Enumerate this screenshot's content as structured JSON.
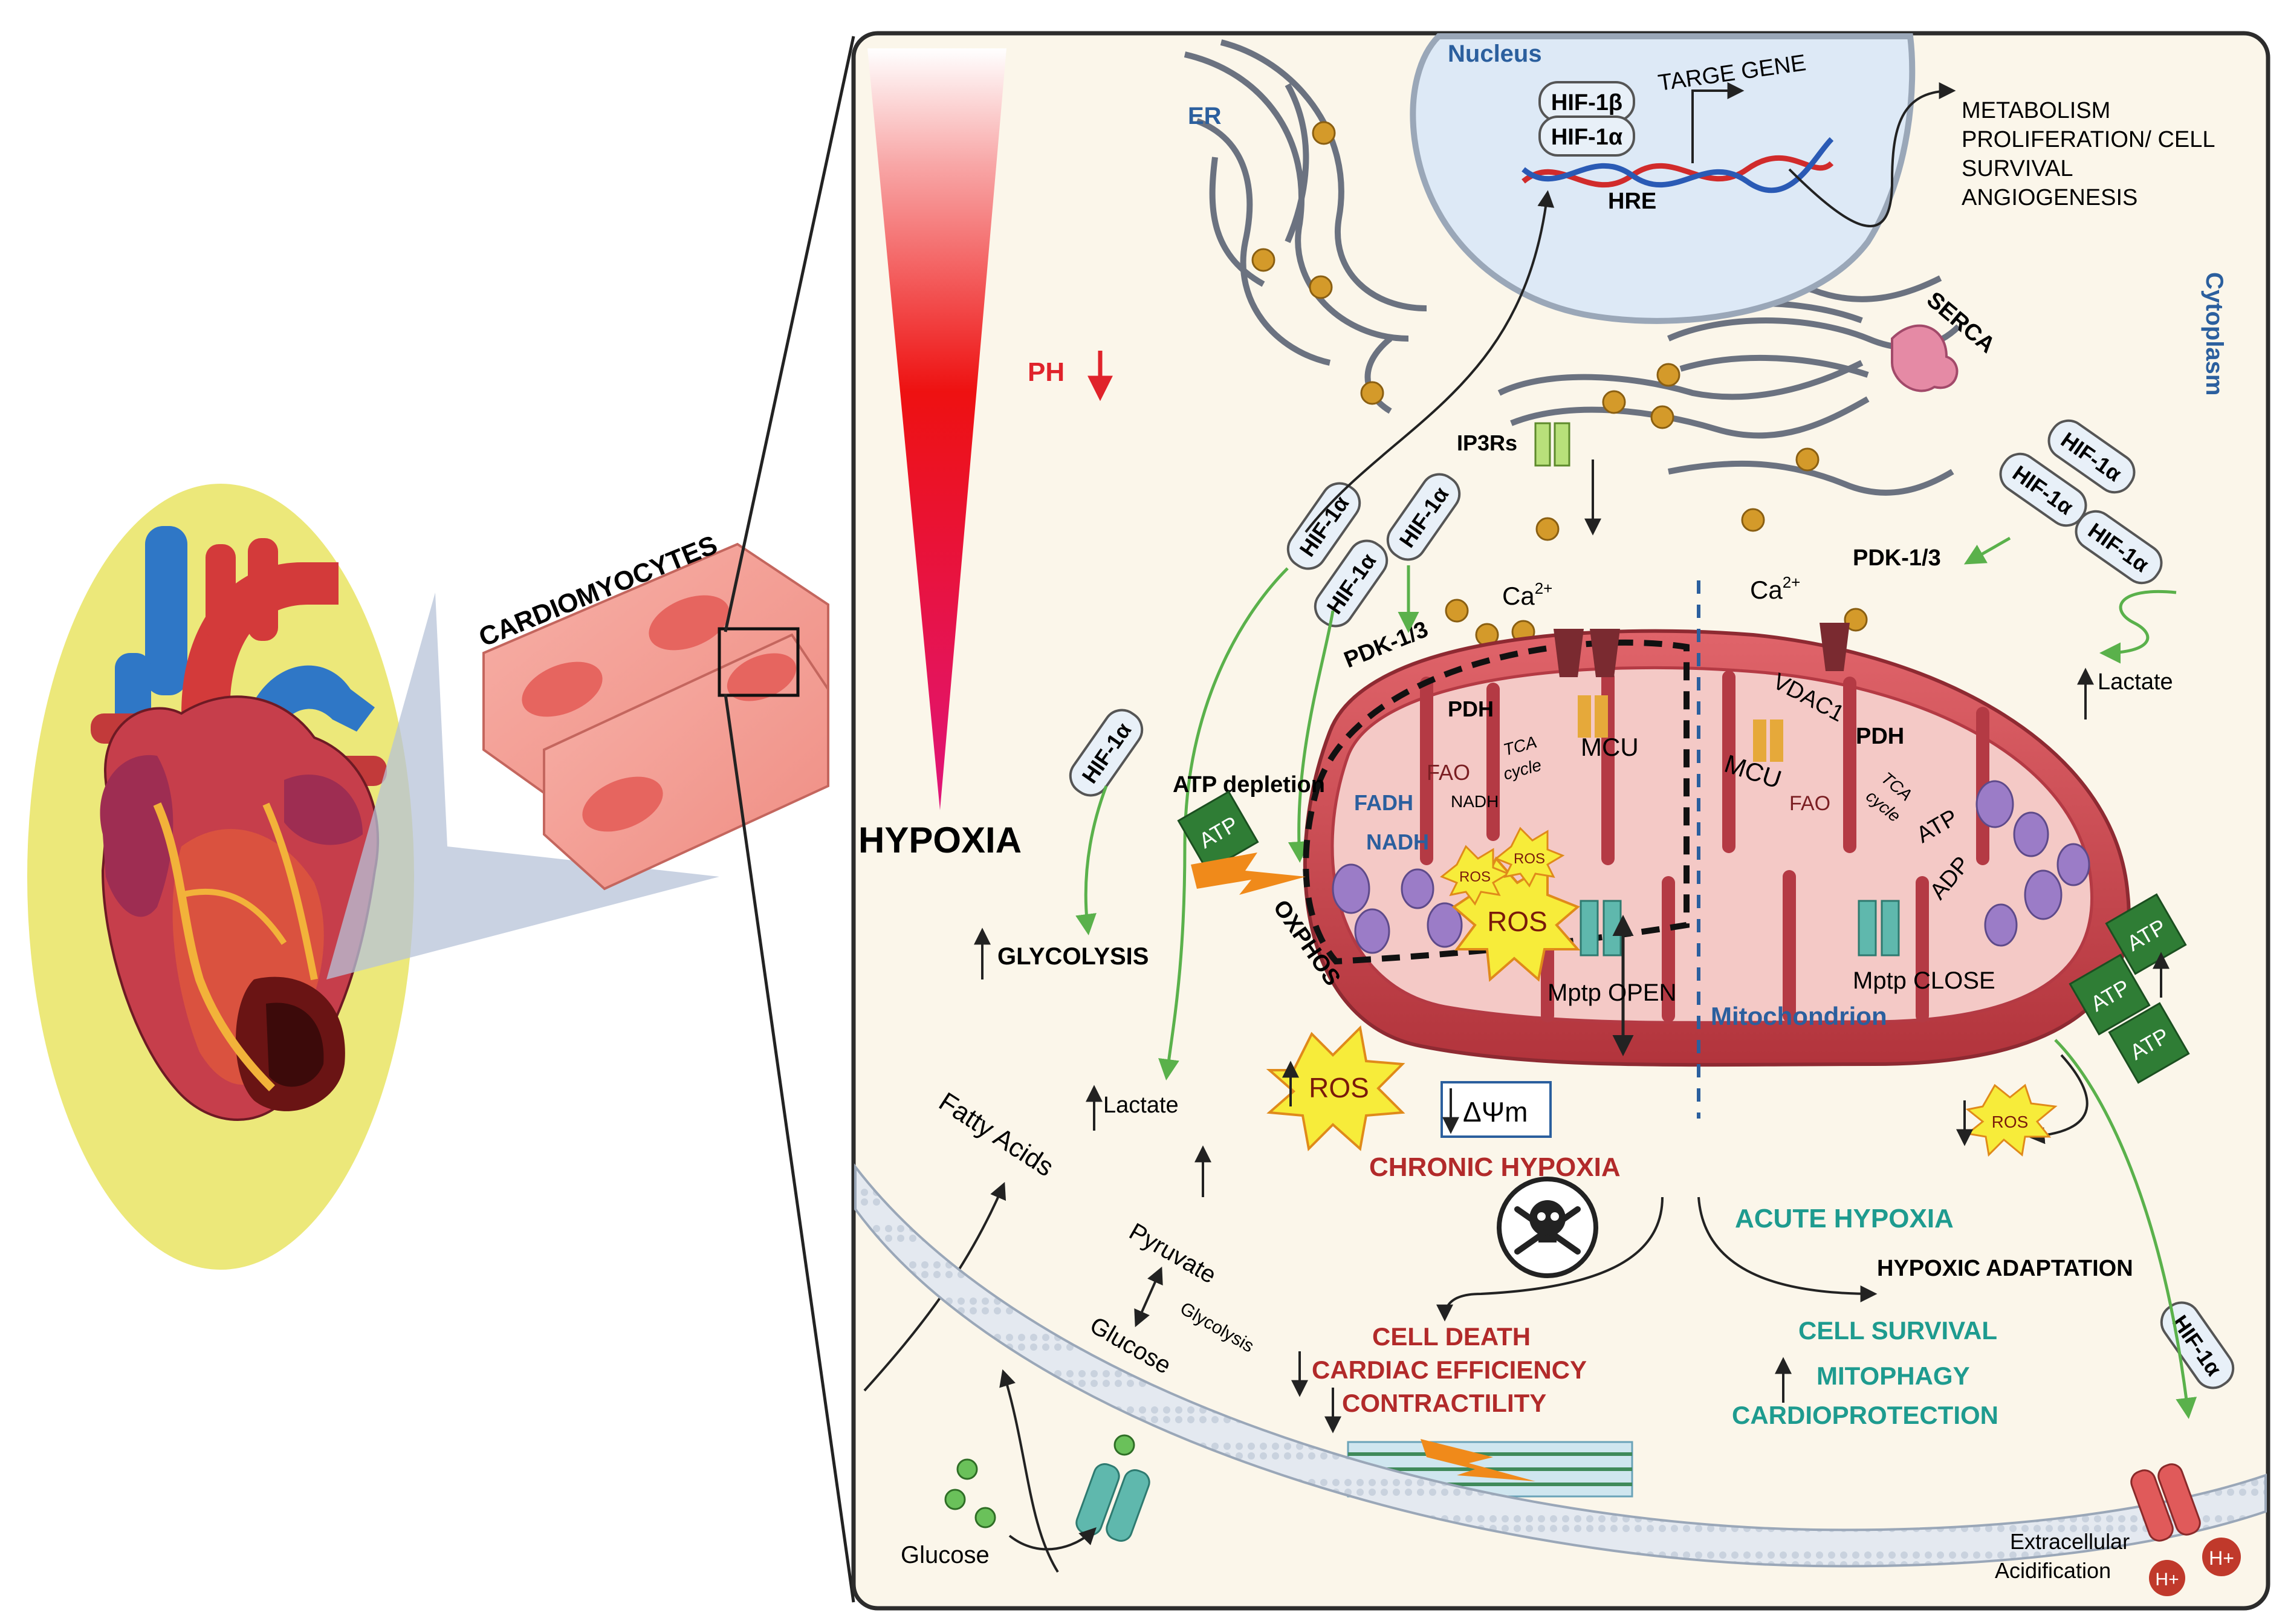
{
  "colors": {
    "panel_bg": "#fbf6ea",
    "panel_border": "#2c2c2c",
    "heart_halo": "#ece87a",
    "mito_outer": "#c9454e",
    "mito_inner": "#f4c9c6",
    "chronic": "#b22a2a",
    "acute": "#1e9b8f",
    "compartment_label": "#2b5f9e",
    "arrow_green": "#5ab14b",
    "ph_red": "#e0232b",
    "atp_green": "#2f7d35",
    "hif_pill": "#e8f0f8"
  },
  "icons": [
    "heart-illustration",
    "cardiomyocytes-illustration",
    "hypoxia-gradient",
    "skull-crossbones-icon",
    "lightning-bolt-icon",
    "ros-burst-icon",
    "atp-tile-icon",
    "dna-helix-icon",
    "glucose-transporter-icon",
    "proton-channel-icon",
    "serca-pump-icon",
    "ip3r-channel-icon",
    "vdac1-channel-icon",
    "mcu-channel-icon",
    "mptp-pore-icon"
  ],
  "left": {
    "cardiomyocytes": "CARDIOMYOCYTES"
  },
  "gradient": {
    "label": "HYPOXIA",
    "ph_label": "PH"
  },
  "compartments": {
    "nucleus": "Nucleus",
    "er": "ER",
    "cytoplasm": "Cytoplasm",
    "mitochondrion": "Mitochondrion"
  },
  "nucleus": {
    "hif1b": "HIF-1β",
    "hif1a": "HIF-1α",
    "hre": "HRE",
    "target_gene": "TARGE GENE",
    "outcomes": [
      "METABOLISM",
      "PROLIFERATION/ CELL",
      "SURVIVAL",
      "ANGIOGENESIS"
    ]
  },
  "er": {
    "serca": "SERCA",
    "ip3rs": "IP3Rs"
  },
  "hif": "HIF-1α",
  "signals": {
    "pdk_left": "PDK-1/3",
    "pdk_right": "PDK-1/3",
    "ca_left": "Ca",
    "ca_right": "Ca",
    "ca_sup": "2+",
    "lactate_right": "Lactate",
    "atp_depletion": "ATP depletion",
    "atp": "ATP",
    "oxphos": "OXPHOS",
    "glycolysis": "GLYCOLYSIS",
    "lactate_left": "Lactate",
    "fatty_acids": "Fatty Acids",
    "pyruvate": "Pyruvate",
    "glycolysis_small": "Glycolysis",
    "glucose_mid": "Glucose",
    "glucose_bottom": "Glucose",
    "ros": "ROS",
    "delta_psi": "ΔΨm",
    "extracellular": "Extracellular",
    "acidification": "Acidification",
    "h_plus": "H+"
  },
  "mito_left": {
    "pdh": "PDH",
    "fao": "FAO",
    "tca": "TCA",
    "cycle": "cycle",
    "fadh": "FADH",
    "nadh": "NADH",
    "nadh_small": "NADH",
    "mcu": "MCU",
    "ros": "ROS",
    "mptp": "Mptp OPEN"
  },
  "mito_right": {
    "vdac": "VDAC1",
    "mcu": "MCU",
    "pdh": "PDH",
    "fao": "FAO",
    "tca": "TCA",
    "cycle": "cycle",
    "atp": "ATP",
    "adp": "ADP",
    "mptp": "Mptp CLOSE"
  },
  "chronic": {
    "title": "CHRONIC HYPOXIA",
    "outcomes": [
      "CELL DEATH",
      "CARDIAC EFFICIENCY",
      "CONTRACTILITY"
    ]
  },
  "acute": {
    "title": "ACUTE  HYPOXIA",
    "adaptation": "HYPOXIC ADAPTATION",
    "outcomes": [
      "CELL SURVIVAL",
      "MITOPHAGY",
      "CARDIOPROTECTION"
    ]
  }
}
